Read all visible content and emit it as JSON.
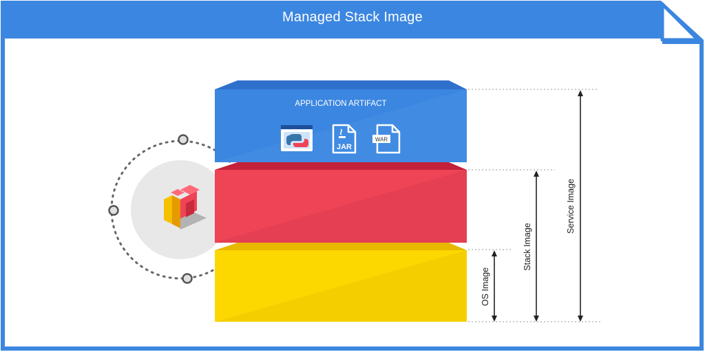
{
  "header": {
    "title": "Managed Stack Image"
  },
  "layers": {
    "application": {
      "label": "APPLICATION ARTIFACT",
      "color": "#3b86e0"
    },
    "stack": {
      "color": "#ef4356"
    },
    "os": {
      "color": "#fcd800"
    }
  },
  "artifacts": {
    "jar_label": "JAR",
    "war_label": "WAR"
  },
  "dimensions": {
    "os": "OS Image",
    "stack": "Stack Image",
    "service": "Service Image"
  },
  "colors": {
    "frame": "#3b86e0",
    "circle": "#e8e8e8",
    "dots": "#5f5f5f"
  },
  "icons": [
    "python-icon",
    "jar-file-icon",
    "war-file-icon",
    "logo-icon"
  ]
}
